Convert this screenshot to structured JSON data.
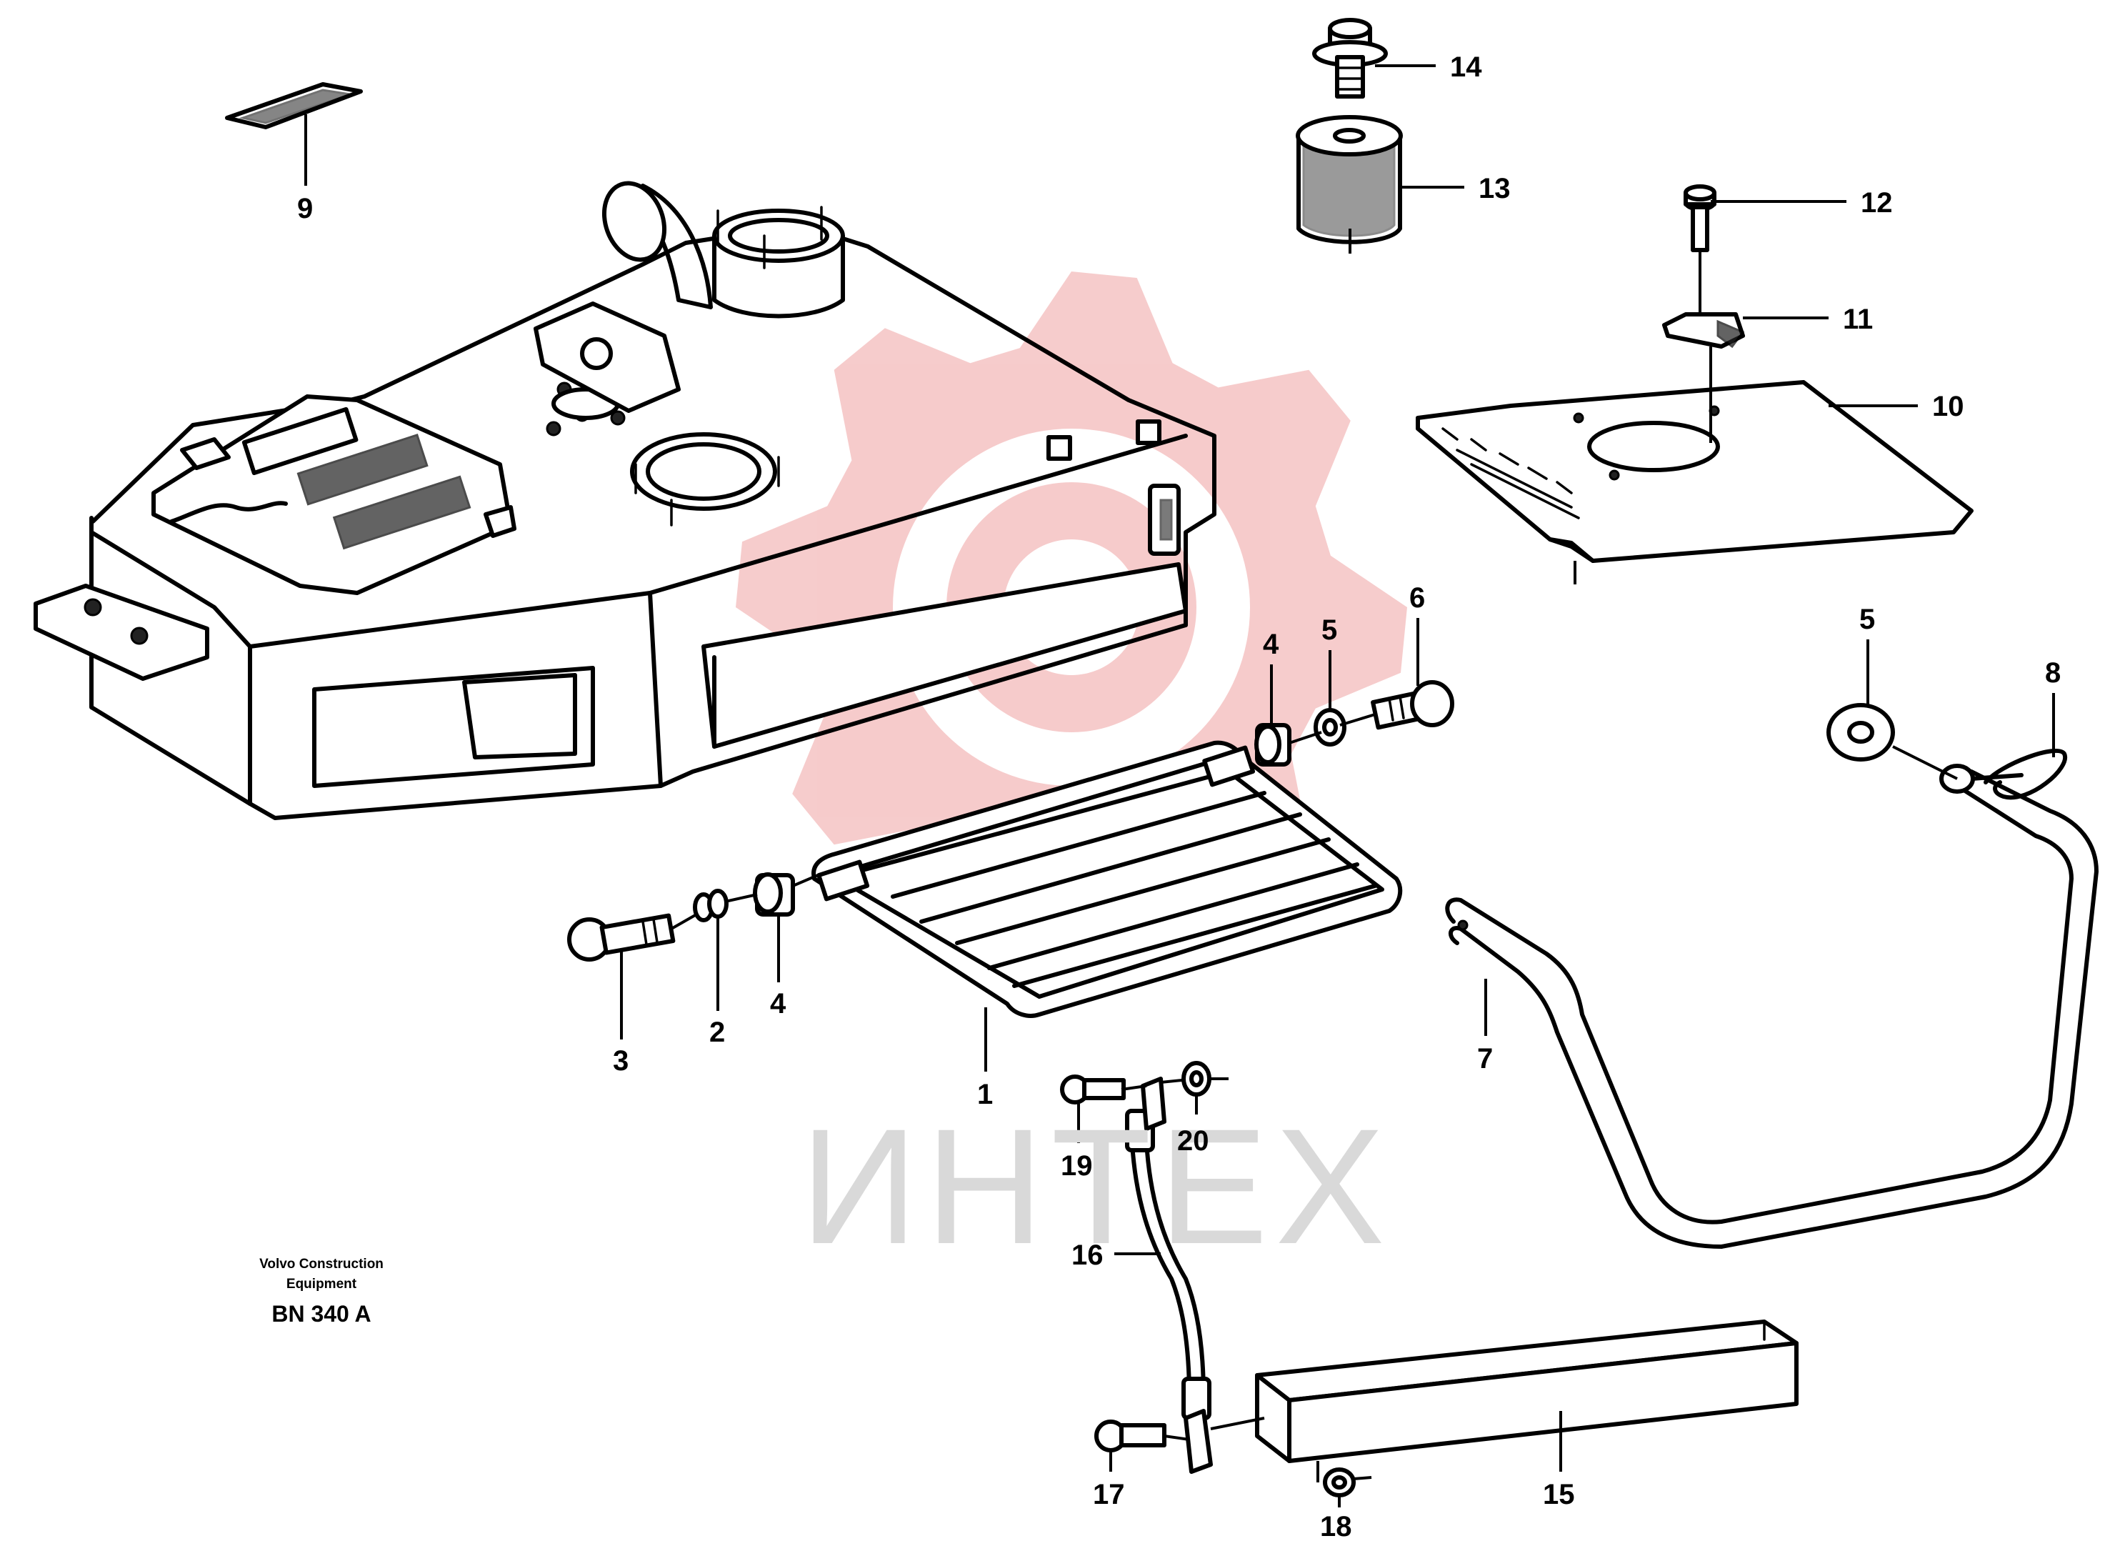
{
  "watermark": {
    "text": "ИНТЕХ",
    "gear_color": "#f6c9c9",
    "text_color": "#d9d9d9"
  },
  "caption": {
    "line1": "Volvo Construction",
    "line2": "Equipment",
    "code": "BN 340 A"
  },
  "callouts": [
    {
      "id": "c1",
      "number": "1"
    },
    {
      "id": "c2",
      "number": "2"
    },
    {
      "id": "c3",
      "number": "3"
    },
    {
      "id": "c4a",
      "number": "4"
    },
    {
      "id": "c4b",
      "number": "4"
    },
    {
      "id": "c5a",
      "number": "5"
    },
    {
      "id": "c5b",
      "number": "5"
    },
    {
      "id": "c6",
      "number": "6"
    },
    {
      "id": "c7",
      "number": "7"
    },
    {
      "id": "c8",
      "number": "8"
    },
    {
      "id": "c9",
      "number": "9"
    },
    {
      "id": "c10",
      "number": "10"
    },
    {
      "id": "c11",
      "number": "11"
    },
    {
      "id": "c12",
      "number": "12"
    },
    {
      "id": "c13",
      "number": "13"
    },
    {
      "id": "c14",
      "number": "14"
    },
    {
      "id": "c15",
      "number": "15"
    },
    {
      "id": "c16",
      "number": "16"
    },
    {
      "id": "c17",
      "number": "17"
    },
    {
      "id": "c18",
      "number": "18"
    },
    {
      "id": "c19",
      "number": "19"
    },
    {
      "id": "c20",
      "number": "20"
    }
  ]
}
